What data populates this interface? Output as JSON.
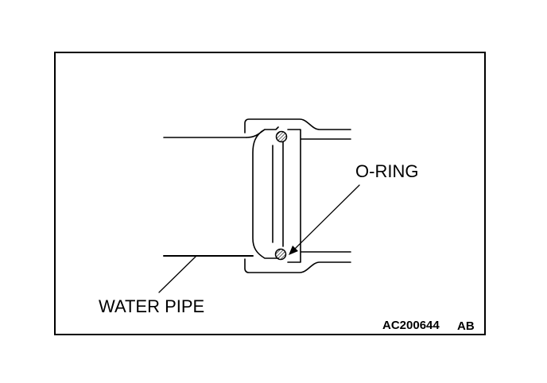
{
  "labels": {
    "o_ring": "O-RING",
    "water_pipe": "WATER PIPE"
  },
  "figure": {
    "code": "AC200644",
    "suffix": "AB"
  },
  "colors": {
    "line": "#000000",
    "background": "#ffffff"
  }
}
